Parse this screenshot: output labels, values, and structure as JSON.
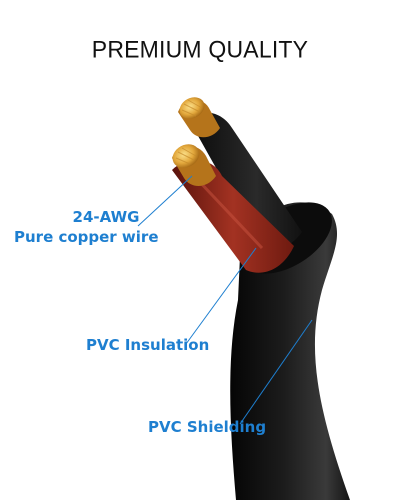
{
  "headline": "PREMIUM QUALITY",
  "labels": {
    "gauge": "24-AWG",
    "conductor": "Pure copper wire",
    "insulation": "PVC Insulation",
    "shielding": "PVC Shielding"
  },
  "colors": {
    "label_blue": "#1e7fd0",
    "cable_black": "#161616",
    "red_insulation": "#8c2318",
    "copper": "#e0a43b"
  }
}
